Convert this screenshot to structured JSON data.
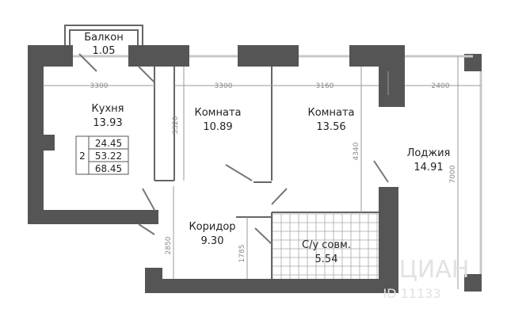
{
  "rooms": {
    "balcony": {
      "name": "Балкон",
      "area": "1.05"
    },
    "kitchen": {
      "name": "Кухня",
      "area": "13.93"
    },
    "room1": {
      "name": "Комната",
      "area": "10.89"
    },
    "room2": {
      "name": "Комната",
      "area": "13.56"
    },
    "loggia": {
      "name": "Лоджия",
      "area": "14.91"
    },
    "corridor": {
      "name": "Коридор",
      "area": "9.30"
    },
    "bathroom": {
      "name": "С/у совм.",
      "area": "5.54"
    }
  },
  "summary": {
    "rooms_count": "2",
    "living": "24.45",
    "total_no_balcony": "53.22",
    "total": "68.45"
  },
  "dimensions": {
    "kitchen_width": "3300",
    "room1_width": "3300",
    "room2_width": "3160",
    "loggia_width": "2400",
    "room1_depth": "3320",
    "room2_depth": "4340",
    "loggia_length": "7000",
    "corridor_depth": "2850",
    "bath_depth": "1785"
  },
  "watermark": "ЦИАН",
  "watermark_id": "ID 11133"
}
